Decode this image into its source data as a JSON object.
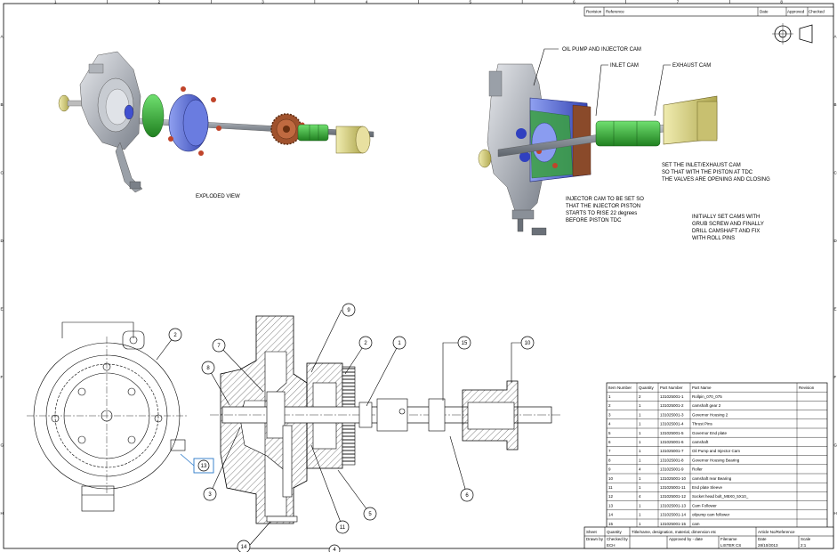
{
  "sheet": {
    "zone_columns": [
      "1",
      "2",
      "3",
      "4",
      "5",
      "6",
      "7",
      "8"
    ],
    "zone_rows": [
      "A",
      "B",
      "C",
      "D",
      "E",
      "F",
      "G",
      "H"
    ]
  },
  "revision_block": {
    "revision": "Revision",
    "reference": "Reference",
    "date": "Date",
    "approved": "Approved",
    "checked": "Checked"
  },
  "annotations": {
    "exploded_view": "EXPLODED VIEW",
    "oil_pump_cam": "OIL PUMP AND INJECTOR CAM",
    "inlet_cam": "INLET CAM",
    "exhaust_cam": "EXHAUST CAM",
    "set_cams": [
      "SET THE INLET/EXHAUST CAM",
      "SO THAT WITH THE PISTON AT TDC",
      "THE VALVES ARE OPENING AND CLOSING"
    ],
    "injector_note": [
      "INJECTOR CAM TO BE SET SO",
      "THAT THE INJECTOR PISTON",
      "STARTS TO RISE 22 degrees",
      "BEFORE PISTON TDC"
    ],
    "grub_note": [
      "INITIALLY SET CAMS WITH",
      "GRUB SCREW AND FINALLY",
      "DRILL CAMSHAFT AND FIX",
      "WITH ROLL PINS"
    ]
  },
  "balloons": [
    "1",
    "2",
    "3",
    "4",
    "5",
    "6",
    "7",
    "8",
    "9",
    "10",
    "11",
    "13",
    "14",
    "15"
  ],
  "bom": {
    "headers": [
      "Item Number",
      "Quantity",
      "Part Number",
      "Part Name",
      "Revision"
    ],
    "rows": [
      [
        "1",
        "2",
        "131025001-1",
        "Rollpin_070_075",
        ""
      ],
      [
        "2",
        "1",
        "131025001-2",
        "camshaft gear 2",
        ""
      ],
      [
        "3",
        "1",
        "131025001-3",
        "Governor Housing 2",
        ""
      ],
      [
        "4",
        "1",
        "131025001-4",
        "Thrust Pins",
        ""
      ],
      [
        "5",
        "1",
        "131025001-5",
        "Governor End plate",
        ""
      ],
      [
        "6",
        "1",
        "131025001-6",
        "camshaft",
        ""
      ],
      [
        "7",
        "1",
        "131025001-7",
        "Oil Pump and Injector Cam",
        ""
      ],
      [
        "8",
        "1",
        "131025001-8",
        "Governor Housing Bearing",
        ""
      ],
      [
        "9",
        "4",
        "131025001-9",
        "Roller",
        ""
      ],
      [
        "10",
        "1",
        "131025001-10",
        "camshaft rear Bearing",
        ""
      ],
      [
        "11",
        "1",
        "131025001-11",
        "End plate Sleeve",
        ""
      ],
      [
        "12",
        "4",
        "131025001-12",
        "Socket head bolt_M5X0_5X10_",
        ""
      ],
      [
        "13",
        "1",
        "131025001-13",
        "Cam Follower",
        ""
      ],
      [
        "14",
        "1",
        "131025001-14",
        "oilpump cam follower",
        ""
      ],
      [
        "15",
        "1",
        "131025001-15",
        "cam",
        ""
      ]
    ]
  },
  "title_block": {
    "labels": [
      "Sheet",
      "Quantity",
      "Title/name, designation, material, dimension etc",
      "Article No/Reference"
    ],
    "row2_labels": [
      "Drawn by",
      "Checked by",
      "Approved by - date",
      "Filename",
      "Date",
      "Scale"
    ],
    "values": [
      "ECH",
      "",
      "",
      "LISTER CS",
      "28/10/2013",
      "2:1"
    ]
  },
  "colors": {
    "green": "#2e8b2e",
    "blue": "#4a5fd0",
    "gray": "#a8aeb8",
    "yellow": "#d8d080",
    "red": "#c0442a",
    "rust": "#a0522d"
  }
}
